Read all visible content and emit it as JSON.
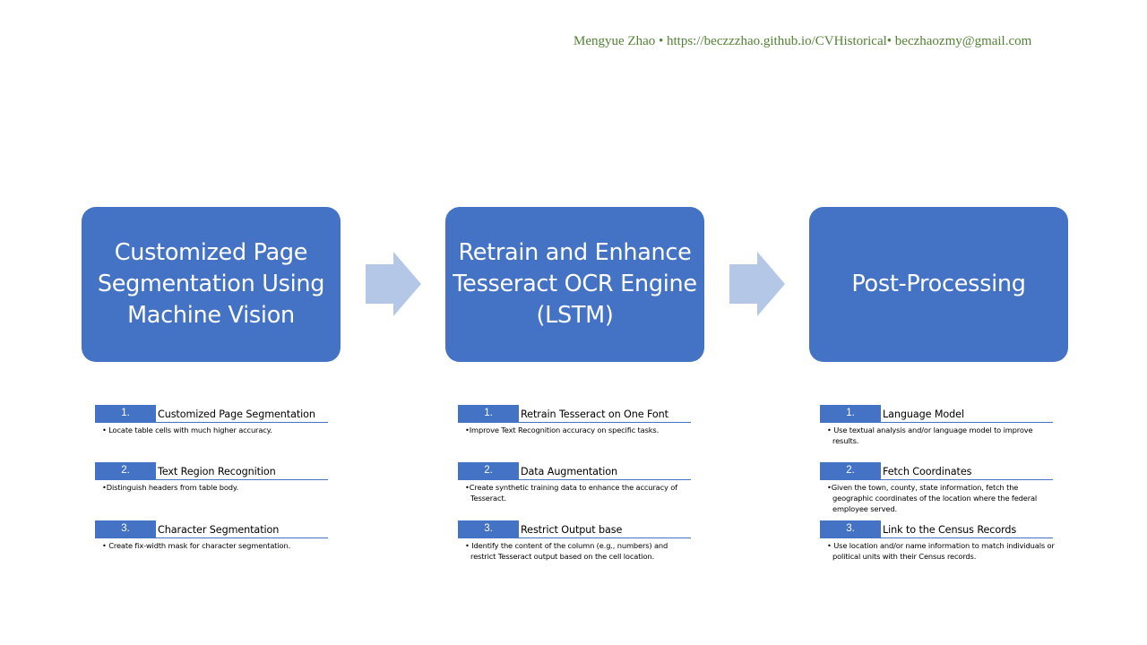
{
  "header": {
    "author": "Mengyue  Zhao",
    "sep1": "•",
    "url": "https://beczzzhao.github.io/CVHistorical",
    "sep2": "•",
    "email": "beczhaozmy@gmail.com"
  },
  "stages": [
    {
      "title": "Customized Page Segmentation Using Machine Vision",
      "steps": [
        {
          "num": "1.",
          "title": "Customized Page Segmentation",
          "desc": "• Locate table cells with much higher accuracy."
        },
        {
          "num": "2.",
          "title": "Text Region Recognition",
          "desc": "•Distinguish headers from table body."
        },
        {
          "num": "3.",
          "title": "Character Segmentation",
          "desc": "• Create fix-width mask for character segmentation."
        }
      ]
    },
    {
      "title": "Retrain and Enhance Tesseract OCR Engine (LSTM)",
      "steps": [
        {
          "num": "1.",
          "title": "Retrain Tesseract on One Font",
          "desc": "•Improve Text Recognition accuracy on specific tasks."
        },
        {
          "num": "2.",
          "title": "Data Augmentation",
          "desc": "•Create synthetic training data to enhance the accuracy of Tesseract."
        },
        {
          "num": "3.",
          "title": "Restrict Output base",
          "desc": "• Identify the content of the column (e.g., numbers) and restrict Tesseract output based on the cell location."
        }
      ]
    },
    {
      "title": "Post-Processing",
      "steps": [
        {
          "num": "1.",
          "title": "Language Model",
          "desc": "• Use textual analysis and/or language model to improve results."
        },
        {
          "num": "2.",
          "title": "Fetch Coordinates",
          "desc": "•Given the town, county, state information, fetch the geographic coordinates of the location where the federal employee served."
        },
        {
          "num": "3.",
          "title": "Link to the Census Records",
          "desc": "• Use location and/or name information to match individuals or political units with their Census records."
        }
      ]
    }
  ],
  "colors": {
    "box": "#4472c4",
    "arrow": "#b4c7e7",
    "header_text": "#548235"
  }
}
